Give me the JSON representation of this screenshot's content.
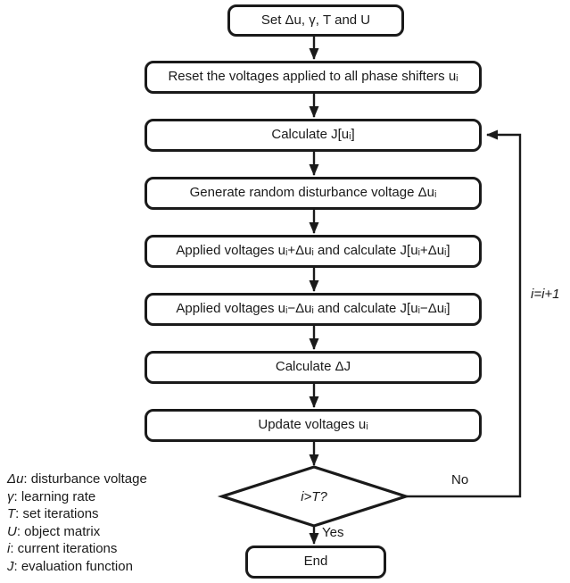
{
  "colors": {
    "stroke": "#1a1a1a",
    "text": "#1a1a1a",
    "background": "#ffffff"
  },
  "flowchart": {
    "nodes": [
      {
        "label": "Set Δu, γ, T and U"
      },
      {
        "label": "Reset the voltages applied to all phase shifters uᵢ"
      },
      {
        "label": "Calculate J[uᵢ]"
      },
      {
        "label": "Generate random disturbance voltage Δuᵢ"
      },
      {
        "label": "Applied voltages uᵢ+Δuᵢ and calculate J[uᵢ+Δuᵢ]"
      },
      {
        "label": "Applied voltages uᵢ−Δuᵢ and calculate J[uᵢ−Δuᵢ]"
      },
      {
        "label": "Calculate ΔJ"
      },
      {
        "label": "Update voltages uᵢ"
      }
    ],
    "decision": {
      "label": "i>T?"
    },
    "end": {
      "label": "End"
    },
    "edge_labels": {
      "yes": "Yes",
      "no": "No",
      "loop": "i=i+1"
    }
  },
  "legend": {
    "items": [
      {
        "symbol": "Δu",
        "description": ": disturbance voltage"
      },
      {
        "symbol": "γ",
        "description": ": learning rate"
      },
      {
        "symbol": "T",
        "description": ": set iterations"
      },
      {
        "symbol": "U",
        "description": ": object matrix"
      },
      {
        "symbol": "i",
        "description": ": current iterations"
      },
      {
        "symbol": "J",
        "description": ": evaluation function"
      }
    ]
  }
}
